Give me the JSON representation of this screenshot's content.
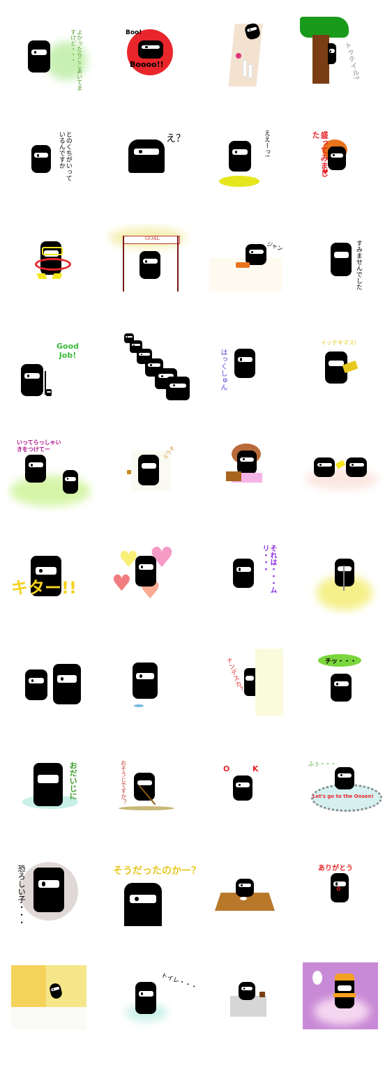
{
  "stickers": [
    {
      "id": 1,
      "caption": "よかったらここあいてますけど・・・",
      "color": "#4c9a2a"
    },
    {
      "id": 2,
      "caption_top": "Boo!",
      "caption_bottom": "Boooo!!",
      "color": "#e8262b"
    },
    {
      "id": 3,
      "caption": "",
      "color": "#f3d9c4"
    },
    {
      "id": 4,
      "caption": "トゥテイル?",
      "color": "#1a8c1a"
    },
    {
      "id": 5,
      "caption": "とのくちがいっているんですか",
      "color": "#000000"
    },
    {
      "id": 6,
      "caption": "え？",
      "color": "#000000"
    },
    {
      "id": 7,
      "caption": "ええーっ!",
      "color": "#e6e61e"
    },
    {
      "id": 8,
      "caption": "盛ってみました",
      "color": "#e8262b"
    },
    {
      "id": 9,
      "caption": "",
      "color": "#f5e61e"
    },
    {
      "id": 10,
      "caption": "GOAL",
      "color": "#c0392b"
    },
    {
      "id": 11,
      "caption": "ジャン",
      "color": "#000000"
    },
    {
      "id": 12,
      "caption": "すみませんでした",
      "color": "#000000"
    },
    {
      "id": 13,
      "caption": "Good Job!",
      "color": "#3dbb3d"
    },
    {
      "id": 14,
      "caption": "",
      "color": "#000000"
    },
    {
      "id": 15,
      "caption": "はっくしゅん",
      "color": "#5a3dd6"
    },
    {
      "id": 16,
      "caption": "イッテキマス!",
      "color": "#e6c81e"
    },
    {
      "id": 17,
      "caption": "いってらっしゃい きをつけてー",
      "color": "#b0168c"
    },
    {
      "id": 18,
      "caption": "どうぞ",
      "color": "#c88a1e"
    },
    {
      "id": 19,
      "caption": "",
      "color": "#b86a3a"
    },
    {
      "id": 20,
      "caption": "",
      "color": "#f3c8b8"
    },
    {
      "id": 21,
      "caption": "キター!!",
      "color": "#f5d21e"
    },
    {
      "id": 22,
      "caption": "",
      "color": "#f05aa0"
    },
    {
      "id": 23,
      "caption": "それは・・・ムリ・・・",
      "color": "#8a2be2"
    },
    {
      "id": 24,
      "caption": "",
      "color": "#f5f07a"
    },
    {
      "id": 25,
      "caption": "",
      "color": "#000000"
    },
    {
      "id": 26,
      "caption": "",
      "color": "#7ab8e6"
    },
    {
      "id": 27,
      "caption": "ナンデスカ？",
      "color": "#e8262b"
    },
    {
      "id": 28,
      "caption": "チッ・・・",
      "color": "#7ad63d"
    },
    {
      "id": 29,
      "caption": "おだいじに",
      "color": "#3d9a2a"
    },
    {
      "id": 30,
      "caption": "おそうじですか？",
      "color": "#c0392b"
    },
    {
      "id": 31,
      "caption_left": "O",
      "caption_right": "K",
      "color": "#e8262b"
    },
    {
      "id": 32,
      "caption_top": "ふぅ・・・",
      "caption_bottom": "Let's go to the Onsen!",
      "color": "#e8262b"
    },
    {
      "id": 33,
      "caption": "恐ろしい子・・・",
      "color": "#000000"
    },
    {
      "id": 34,
      "caption": "そうだったのかー？",
      "color": "#e6c81e"
    },
    {
      "id": 35,
      "caption": "",
      "color": "#b8782a"
    },
    {
      "id": 36,
      "caption": "ありがとう",
      "color": "#e8262b"
    },
    {
      "id": 37,
      "caption": "",
      "color": "#f5d25a"
    },
    {
      "id": 38,
      "caption": "トイレ・・・",
      "color": "#7ad6c8"
    },
    {
      "id": 39,
      "caption": "",
      "color": "#000000"
    },
    {
      "id": 40,
      "caption": "",
      "color": "#c88ad6"
    }
  ]
}
